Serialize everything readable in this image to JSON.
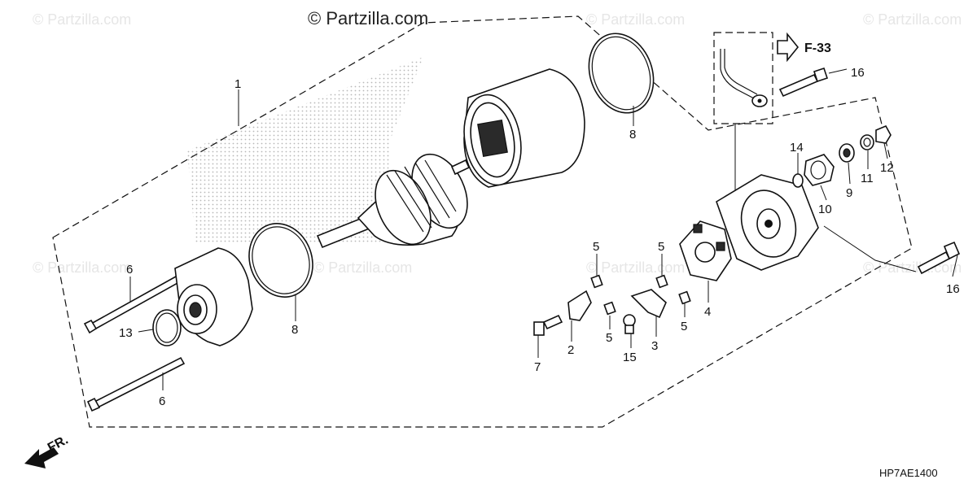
{
  "watermark": {
    "main": "© Partzilla.com",
    "faint": "© Partzilla.com"
  },
  "reference": {
    "arrow_label": "F-33"
  },
  "front_arrow": {
    "label": "FR."
  },
  "diagram_code": "HP7AE1400",
  "callouts": {
    "c1": "1",
    "c2": "2",
    "c3": "3",
    "c4": "4",
    "c5a": "5",
    "c5b": "5",
    "c5c": "5",
    "c5d": "5",
    "c6a": "6",
    "c6b": "6",
    "c7": "7",
    "c8a": "8",
    "c8b": "8",
    "c9": "9",
    "c10": "10",
    "c11": "11",
    "c12": "12",
    "c13": "13",
    "c14": "14",
    "c15": "15",
    "c16a": "16",
    "c16b": "16"
  }
}
